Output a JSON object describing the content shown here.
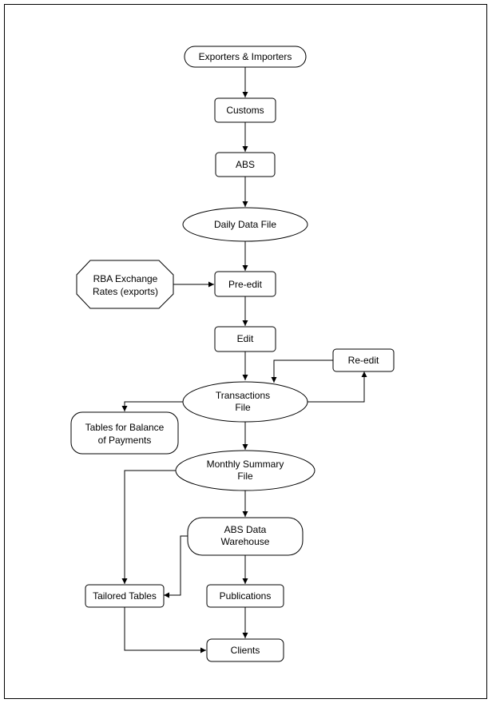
{
  "nodes": {
    "exporters": {
      "lines": [
        "Exporters & Importers"
      ]
    },
    "customs": {
      "lines": [
        "Customs"
      ]
    },
    "abs": {
      "lines": [
        "ABS"
      ]
    },
    "daily": {
      "lines": [
        "Daily Data File"
      ]
    },
    "rba": {
      "lines": [
        "RBA Exchange",
        "Rates (exports)"
      ]
    },
    "preedit": {
      "lines": [
        "Pre-edit"
      ]
    },
    "edit": {
      "lines": [
        "Edit"
      ]
    },
    "reedit": {
      "lines": [
        "Re-edit"
      ]
    },
    "transactions": {
      "lines": [
        "Transactions",
        "File"
      ]
    },
    "bop": {
      "lines": [
        "Tables for Balance",
        "of Payments"
      ]
    },
    "monthly": {
      "lines": [
        "Monthly Summary",
        "File"
      ]
    },
    "warehouse": {
      "lines": [
        "ABS Data",
        "Warehouse"
      ]
    },
    "tailored": {
      "lines": [
        "Tailored Tables"
      ]
    },
    "publications": {
      "lines": [
        "Publications"
      ]
    },
    "clients": {
      "lines": [
        "Clients"
      ]
    }
  },
  "colors": {
    "stroke": "#000000",
    "fill": "#ffffff",
    "text": "#000000"
  }
}
